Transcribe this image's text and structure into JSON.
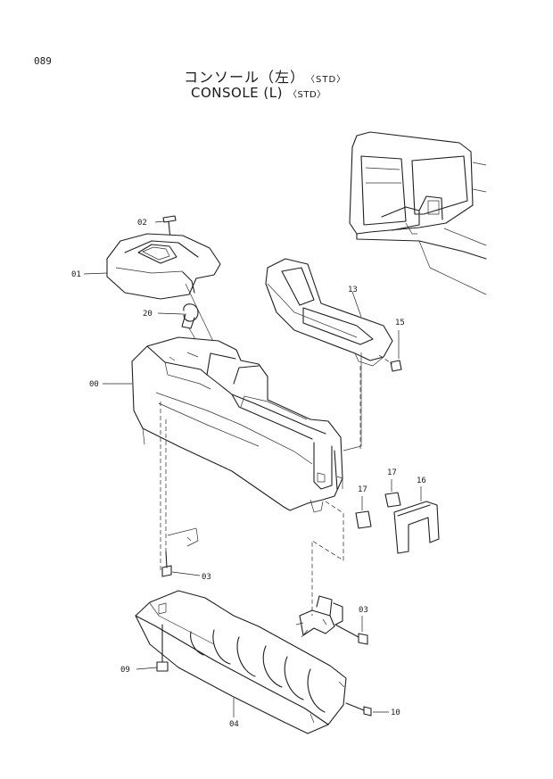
{
  "page_number": "089",
  "title_jp": "コンソール（左）",
  "title_en": "CONSOLE (L)",
  "title_suffix_jp": "〈STD〉",
  "title_suffix_en": "〈STD〉",
  "callouts": {
    "c02": "02",
    "c01": "01",
    "c20": "20",
    "c00": "00",
    "c13": "13",
    "c15": "15",
    "c17a": "17",
    "c17b": "17",
    "c16": "16",
    "c03a": "03",
    "c03b": "03",
    "c09": "09",
    "c04": "04",
    "c10": "10"
  }
}
